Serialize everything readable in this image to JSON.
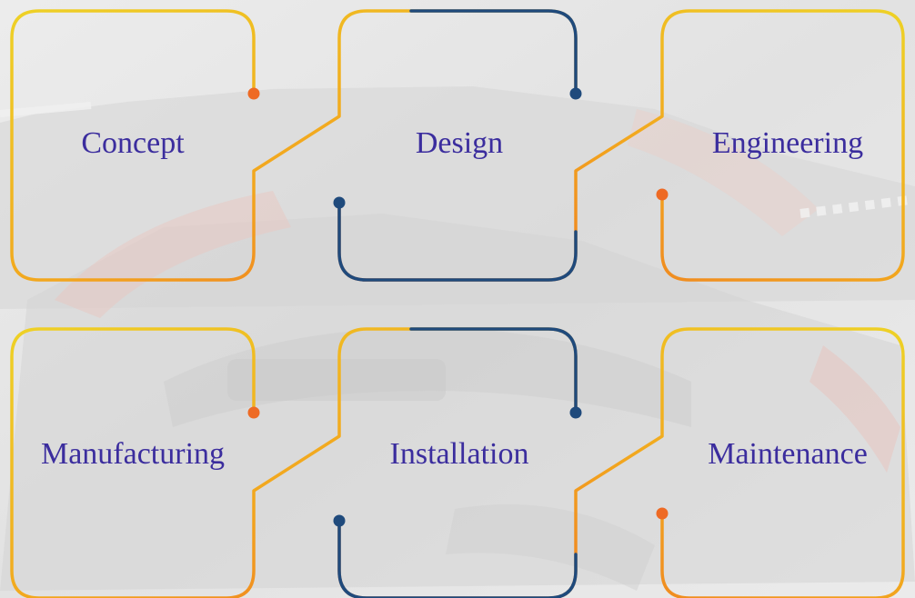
{
  "stages": [
    {
      "label": "Concept"
    },
    {
      "label": "Design"
    },
    {
      "label": "Engineering"
    },
    {
      "label": "Manufacturing"
    },
    {
      "label": "Installation"
    },
    {
      "label": "Maintenance"
    }
  ],
  "colors": {
    "background": "#e6e6e6",
    "label_text": "#3b2d9e",
    "orange": "#ee6a24",
    "yellow": "#eed126",
    "navy": "#1f4a7c"
  }
}
